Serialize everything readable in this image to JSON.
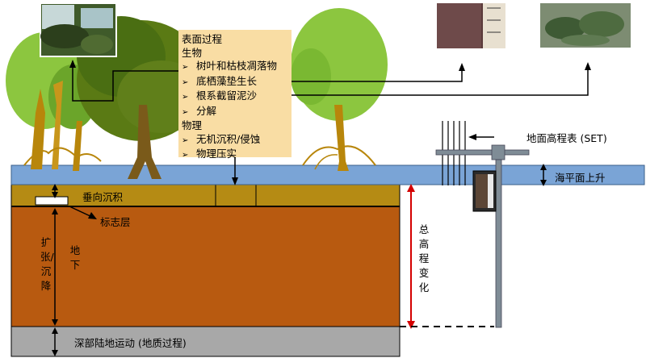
{
  "process_box": {
    "title": "表面过程",
    "biological_heading": "生物",
    "biological_items": [
      "树叶和枯枝凋落物",
      "底栖藻垫生长",
      "根系截留泥沙",
      "分解"
    ],
    "physical_heading": "物理",
    "physical_items": [
      "无机沉积/侵蚀",
      "物理压实"
    ],
    "bullet_symbol": "➢"
  },
  "labels": {
    "set": "地面高程表 (SET)",
    "sea_level_rise": "海平面上升",
    "vertical_accretion": "垂向沉积",
    "marker_horizon": "标志层",
    "expansion_subsidence": "扩张/沉降",
    "subsurface": "地下",
    "total_elevation_change": "总高程变化",
    "deep_subsidence": "深部陆地运动 (地质过程)"
  },
  "colors": {
    "water": "#7aa4d6",
    "accretion_layer": "#b58b14",
    "subsurface_layer": "#b85a10",
    "deep_layer": "#a8a8a8",
    "box": "#f9dda4",
    "red_arrow": "#d40000",
    "tree_light": "#8cc63f",
    "tree_mid": "#5a8f1c",
    "tree_dark": "#4a6e12",
    "trunk": "#b8860b",
    "trunk_dark": "#7a5a1a"
  }
}
